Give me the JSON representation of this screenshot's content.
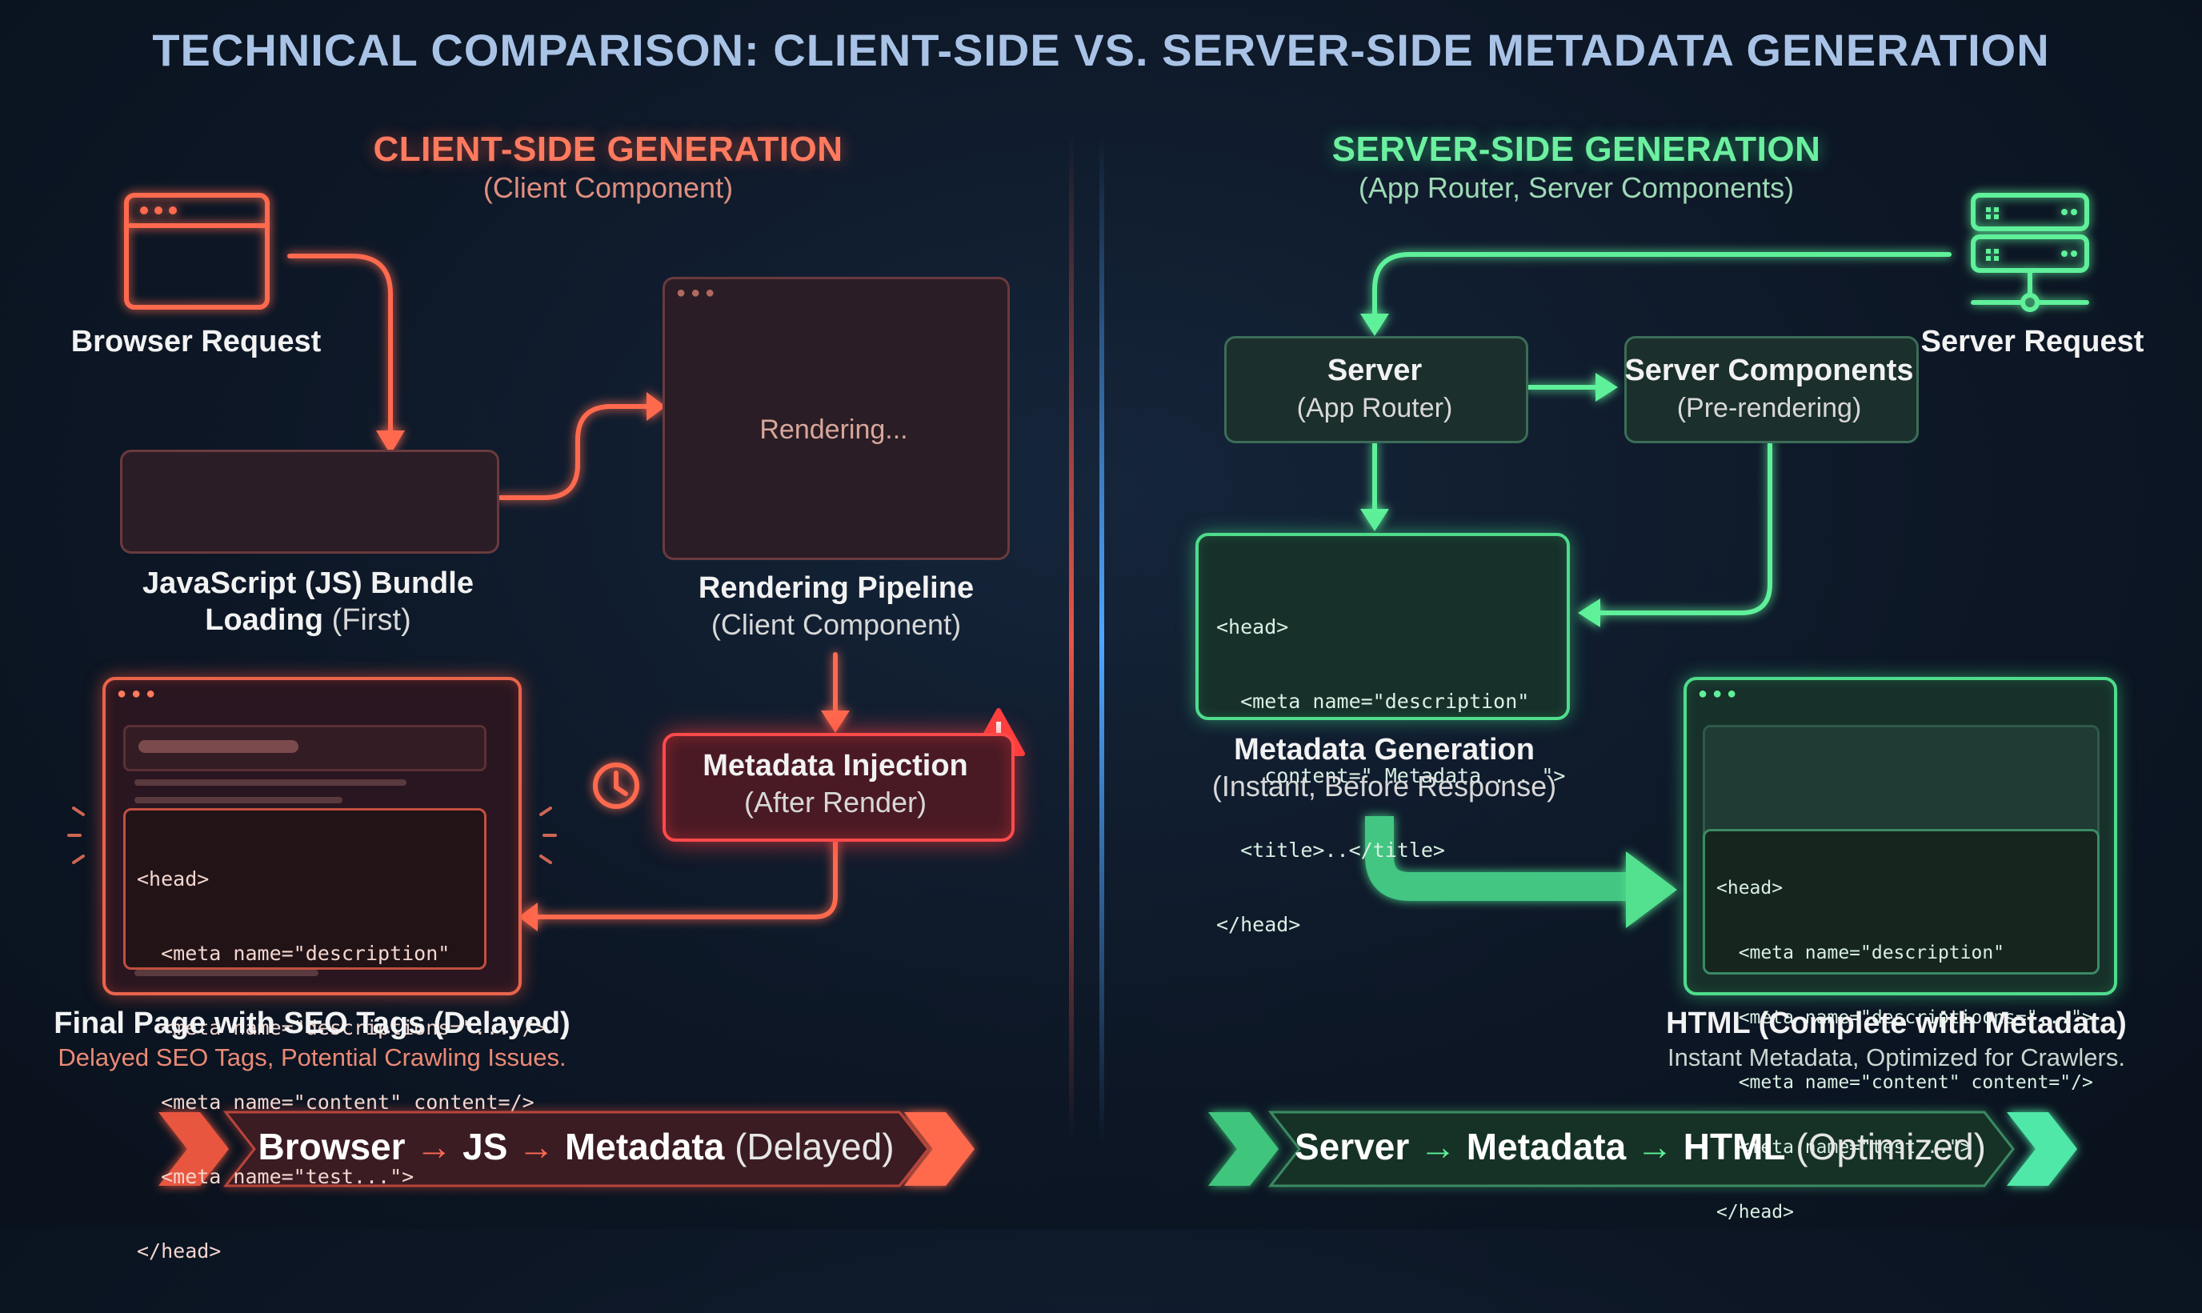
{
  "title": "TECHNICAL COMPARISON: CLIENT-SIDE VS. SERVER-SIDE METADATA GENERATION",
  "colors": {
    "client": "#ff6b4f",
    "server": "#4fe88f",
    "divider_red": "#ff5a4a",
    "divider_blue": "#4fa6ff"
  },
  "client": {
    "title": "CLIENT-SIDE GENERATION",
    "subtitle": "(Client Component)",
    "browser_request": "Browser Request",
    "js_bundle_line1": "JavaScript (JS) Bundle",
    "js_bundle_line2": "Loading",
    "js_bundle_first": "(First)",
    "rendering_window_text": "Rendering...",
    "rendering_pipeline": "Rendering Pipeline",
    "rendering_pipeline_sub": "(Client Component)",
    "metadata_injection": "Metadata Injection",
    "metadata_injection_sub": "(After Render)",
    "code_lines": [
      "<head>",
      "  <meta name=\"description\"",
      "  <meta name=\"descriptions=\"...\"/>",
      "  <meta name=\"content\" content=/>",
      "  <meta name=\"test...\">",
      "</head>"
    ],
    "final_page": "Final Page with SEO Tags (Delayed)",
    "final_page_note": "Delayed SEO Tags, Potential Crawling Issues.",
    "banner": {
      "a": "Browser",
      "b": "JS",
      "c": "Metadata",
      "d": "(Delayed)",
      "arrow": "→"
    },
    "icons": [
      "browser-window-icon",
      "loading-spinner-icon",
      "clock-icon",
      "warning-icon"
    ]
  },
  "server": {
    "title": "SERVER-SIDE GENERATION",
    "subtitle": "(App Router, Server Components)",
    "server_request": "Server Request",
    "server_box": "Server",
    "server_box_sub": "(App Router)",
    "components_box": "Server Components",
    "components_box_sub": "(Pre-rendering)",
    "meta_code_lines": [
      "<head>",
      "  <meta name=\"description\"",
      "    content=\" Metadata ... \">",
      "  <title>..</title>",
      "</head>"
    ],
    "metadata_generation": "Metadata Generation",
    "metadata_generation_sub": "(Instant, Before Response)",
    "html_code_lines": [
      "<head>",
      "  <meta name=\"description\"",
      "  <meta name=\"descriptioons=\"...\">",
      "  <meta name=\"content\" content=\"/>",
      "  <meta name=\"test...\">",
      "</head>"
    ],
    "html_complete": "HTML (Complete with Metadata)",
    "html_complete_note": "Instant Metadata, Optimized for Crawlers.",
    "banner": {
      "a": "Server",
      "b": "Metadata",
      "c": "HTML",
      "d": "(Optimized)",
      "arrow": "→"
    },
    "icons": [
      "server-rack-icon",
      "gear-icon",
      "checkmark-icon"
    ]
  }
}
